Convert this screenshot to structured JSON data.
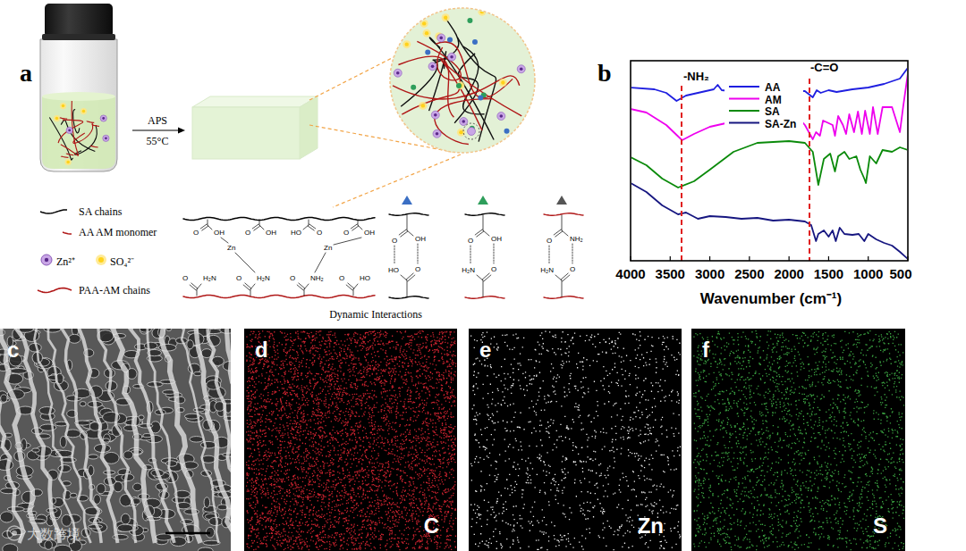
{
  "diagram": {
    "nodes": [
      {
        "text": [
          "c"
        ]
      },
      {
        "text": [
          "d",
          "C"
        ]
      },
      {
        "text": [
          "e",
          "Zn"
        ]
      },
      {
        "text": [
          "f",
          "S"
        ]
      }
    ],
    "labels": [
      "a",
      "APS",
      "55°C",
      "SA chains",
      "AA AM monomer",
      "Zn²⁺",
      "SO₄²⁻",
      "PAA-AM chains",
      "O",
      "OH",
      "O",
      "OH",
      "HO",
      "O",
      "O",
      "OH",
      "Zn",
      "Zn",
      "O",
      "H₂N",
      "O",
      "H₂N",
      "O",
      "NH₂",
      "O",
      "HO",
      "O",
      "OH",
      "HO",
      "O",
      "O",
      "OH",
      "H₂N",
      "O",
      "O",
      "NH₂",
      "H₂N",
      "O",
      "Dynamic Interactions",
      "b",
      "-NH₂",
      "-C=O",
      "4000",
      "3500",
      "3000",
      "2500",
      "2000",
      "1500",
      "1000",
      "500",
      "Wavenumber (cm⁻¹)",
      "大数跨境"
    ],
    "legend": [
      {
        "text": "AA"
      },
      {
        "text": "AM"
      },
      {
        "text": "SA"
      },
      {
        "text": "SA-Zn"
      }
    ]
  }
}
